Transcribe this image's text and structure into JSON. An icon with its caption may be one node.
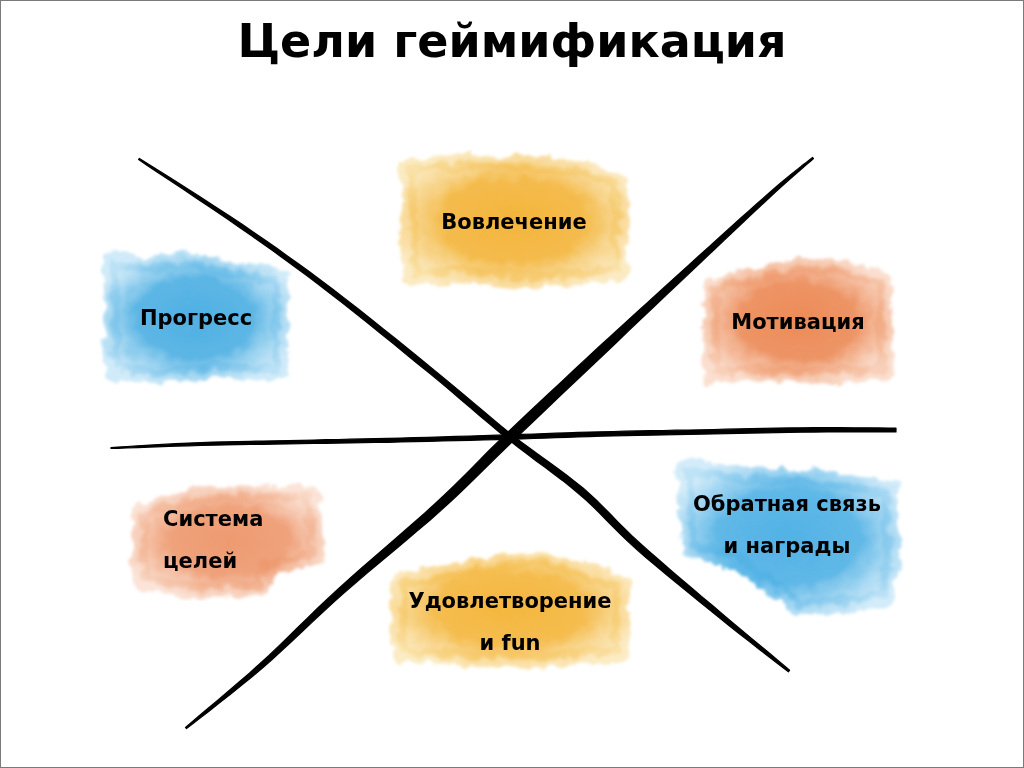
{
  "diagram": {
    "title": "Цели геймификация",
    "nodes": [
      {
        "text": [
          "Вовлечение"
        ]
      },
      {
        "text": [
          "Прогресс"
        ]
      },
      {
        "text": [
          "Мотивация"
        ]
      },
      {
        "text": [
          "Система целей"
        ]
      },
      {
        "text": [
          "Обратная связь и награды"
        ]
      },
      {
        "text": [
          "Удовлетворение и fun"
        ]
      }
    ]
  }
}
